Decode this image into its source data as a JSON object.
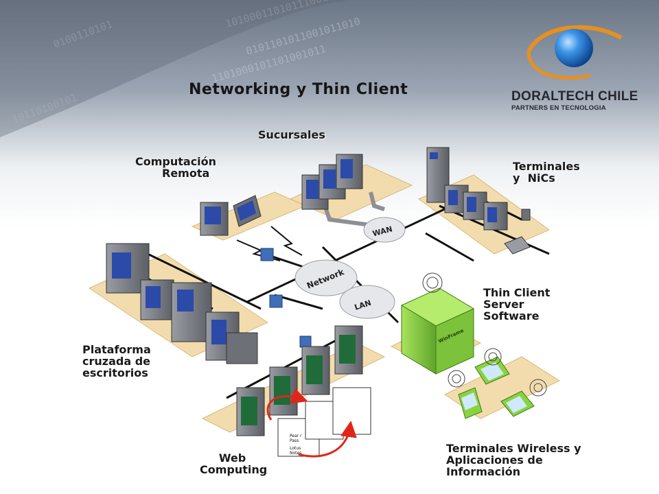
{
  "title": "Networking y Thin Client",
  "logo": {
    "name": "DORALTECH CHILE",
    "tagline": "PARTNERS EN TECNOLOGIA",
    "colors": {
      "globe": "#1f7ad6",
      "swoosh": "#e8901e",
      "text": "#27272e"
    }
  },
  "labels": {
    "sucursales": "Sucursales",
    "computacion_remota": "Computación\n       Remota",
    "terminales_nics": "Terminales\ny  NiCs",
    "thin_client": "Thin Client\nServer\nSoftware",
    "plataforma": "Plataforma\ncruzada de\nescritorios",
    "web_computing": "     Web\nComputing",
    "wireless": "Terminales Wireless y\nAplicaciones de\nInformación"
  },
  "clouds": {
    "wan": "WAN",
    "network": "Network",
    "lan": "LAN"
  },
  "server_brand": "WinFrame",
  "window_text": {
    "line1": "Pear r",
    "line2": "Pass",
    "line3": "Lotus",
    "line4": "Notes"
  },
  "colors": {
    "platform": "#f2dcae",
    "platform_edge": "#d9b878",
    "device_gray": "#7d7f86",
    "screen_blue": "#2c4aa8",
    "server_green": "#89d33f",
    "web_screen": "#1f6b3a",
    "arrow_red": "#e0261a"
  }
}
